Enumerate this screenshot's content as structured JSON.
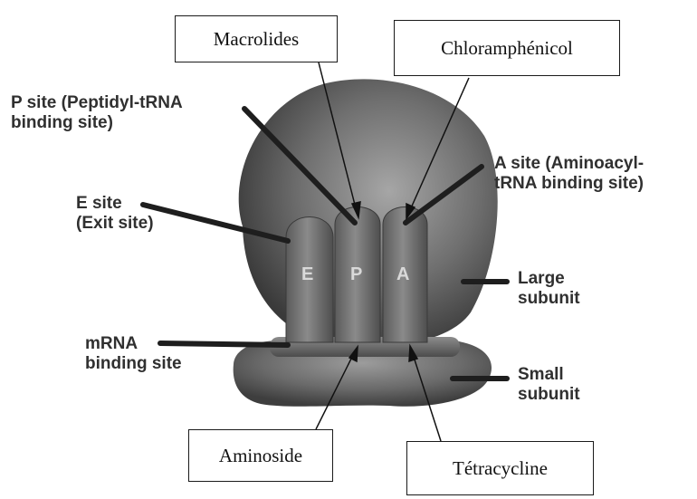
{
  "drug_boxes": {
    "macrolides": "Macrolides",
    "chloramphenicol": "Chloramphénicol",
    "aminoside": "Aminoside",
    "tetracycline": "Tétracycline"
  },
  "site_labels": {
    "p_site": [
      "P site (Peptidyl-tRNA",
      "binding site)"
    ],
    "a_site": [
      "A site (Aminoacyl-",
      "tRNA binding site)"
    ],
    "e_site": [
      "E site",
      "(Exit site)"
    ],
    "large_subunit": [
      "Large",
      "subunit"
    ],
    "mrna": [
      "mRNA",
      "binding site"
    ],
    "small_subunit": [
      "Small",
      "subunit"
    ]
  },
  "tunnel_letters": [
    "E",
    "P",
    "A"
  ],
  "colors": {
    "ribosome_dark": "#3f3f3f",
    "ribosome_mid": "#6e6e6e",
    "ribosome_light": "#9a9a9a",
    "text": "#303030",
    "box_border": "#1a1a1a"
  }
}
